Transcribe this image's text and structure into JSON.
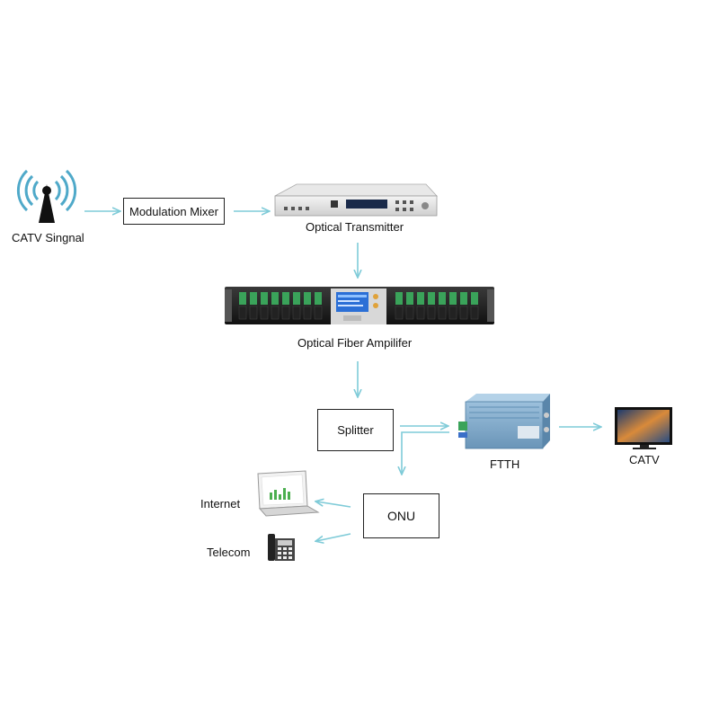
{
  "labels": {
    "catv_signal": "CATV Singnal",
    "modulation_mixer": "Modulation Mixer",
    "optical_transmitter": "Optical Transmitter",
    "optical_fiber_amplifier": "Optical Fiber Ampilifer",
    "splitter": "Splitter",
    "ftth": "FTTH",
    "catv": "CATV",
    "onu": "ONU",
    "internet": "Internet",
    "telecom": "Telecom"
  },
  "colors": {
    "arrow": "#7fcbd8",
    "receiver": "#7fa8c8",
    "fiber_port": "#3aa35a"
  }
}
